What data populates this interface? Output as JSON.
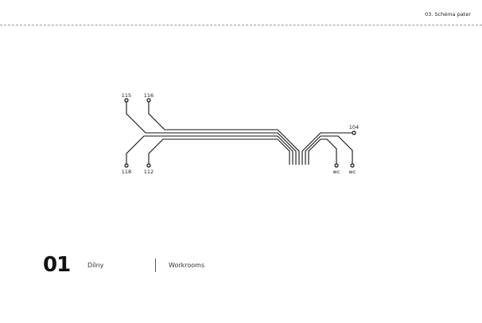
{
  "header": {
    "section": "03. Schéma pater"
  },
  "diagram": {
    "nodes": [
      "115",
      "116",
      "118",
      "112",
      "104",
      "wc",
      "wc"
    ]
  },
  "footer": {
    "number": "01",
    "label_cz": "Dílny",
    "label_en": "Workrooms"
  }
}
